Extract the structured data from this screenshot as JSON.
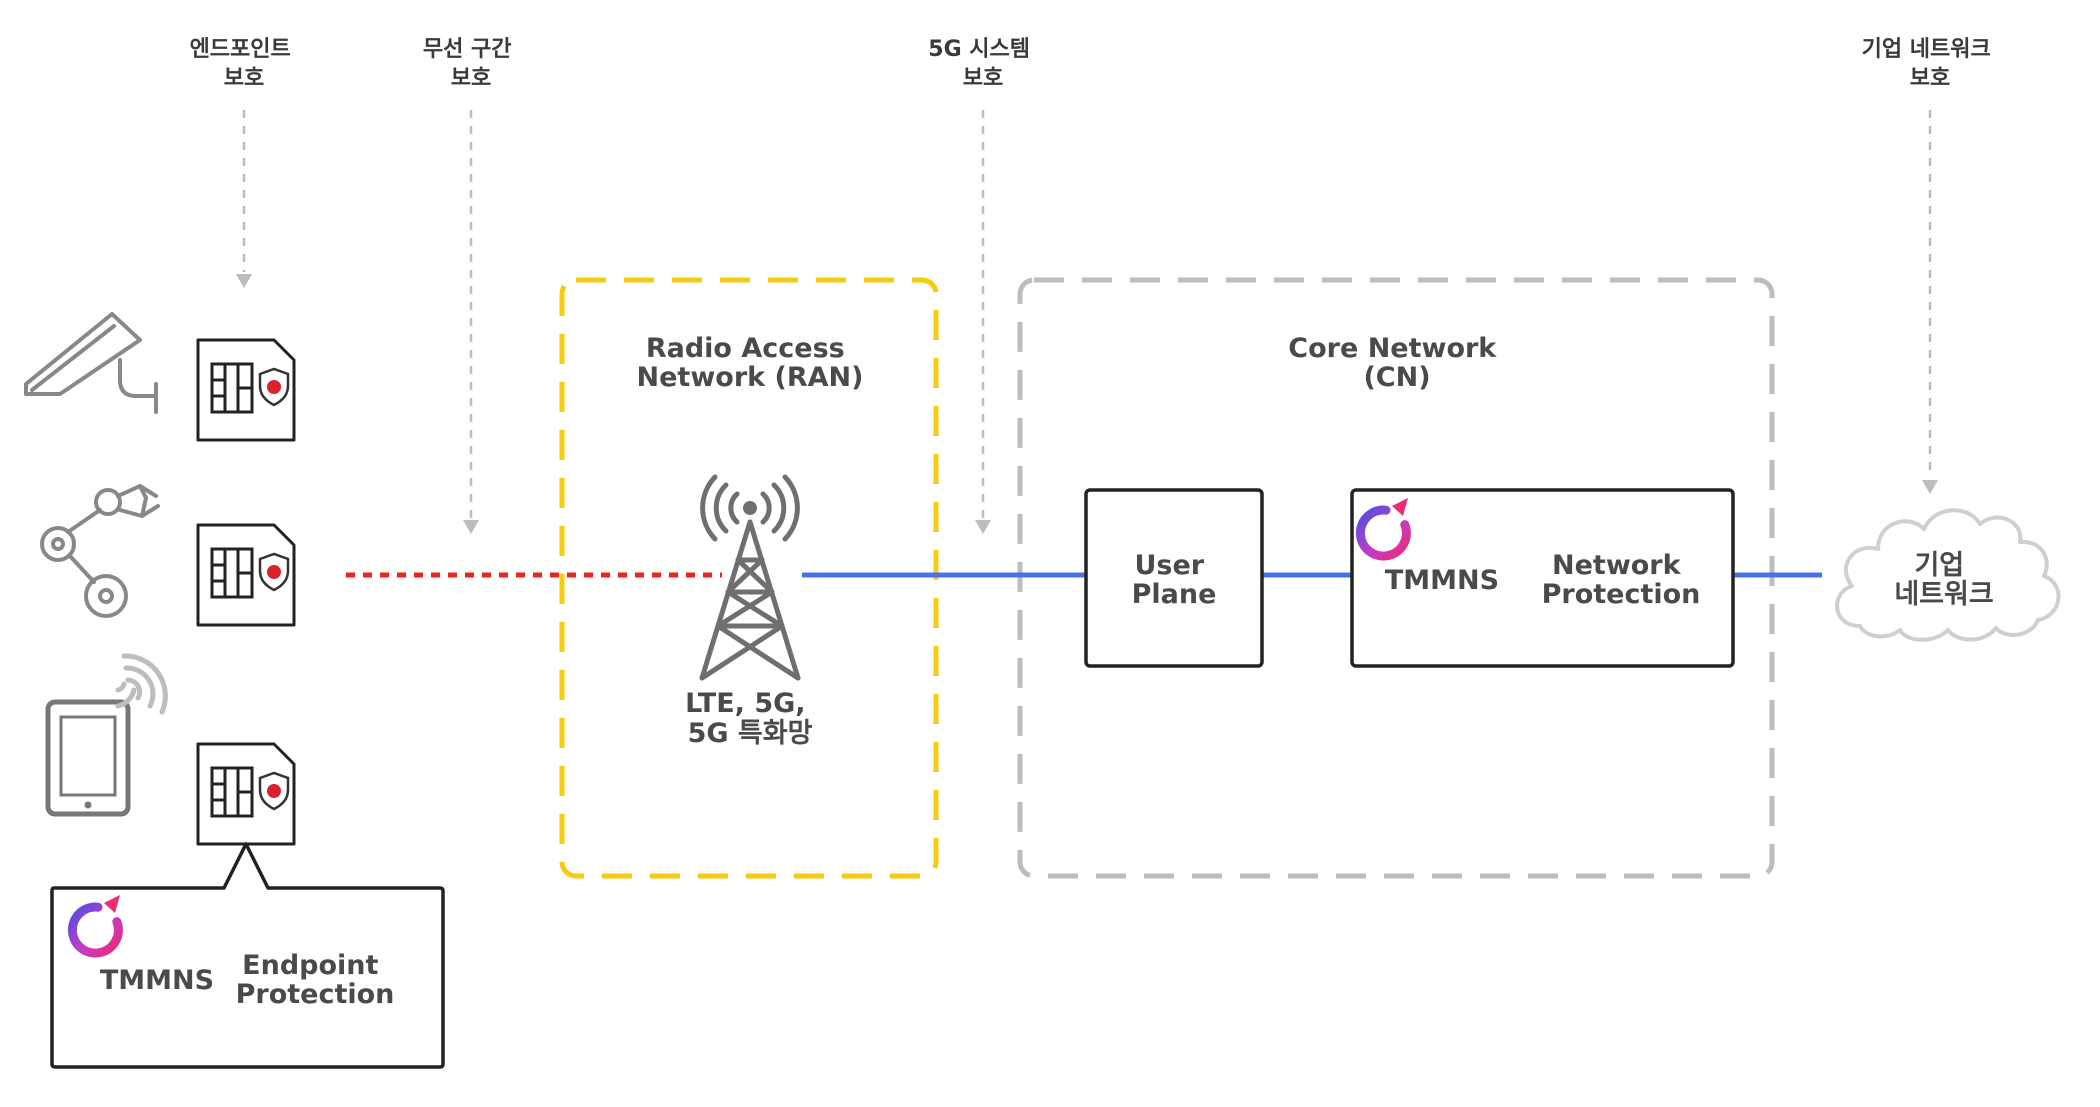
{
  "top_labels": {
    "endpoint": [
      "엔드포인트",
      "보호"
    ],
    "wireless": [
      "무선 구간",
      "보호"
    ],
    "system5g": [
      "5G 시스템",
      "보호"
    ],
    "enterprise": [
      "기업 네트워크",
      "보호"
    ]
  },
  "ran": {
    "title": [
      "Radio Access",
      "Network (RAN)"
    ],
    "tower_caption": [
      "LTE, 5G,",
      "5G 특화망"
    ]
  },
  "core": {
    "title": [
      "Core Network",
      "(CN)"
    ]
  },
  "user_plane": [
    "User",
    "Plane"
  ],
  "network_protection": {
    "brand": "TMMNS",
    "label": [
      "Network",
      "Protection"
    ]
  },
  "endpoint_protection": {
    "brand": "TMMNS",
    "label": [
      "Endpoint",
      "Protection"
    ]
  },
  "cloud": [
    "기업",
    "네트워크"
  ],
  "colors": {
    "ran_border": "#f5cc0f",
    "core_border": "#bdbdbd",
    "wireless_link": "#e8261c",
    "wired_link": "#4a72e8",
    "arrow": "#bdbdbd",
    "icon_gray": "#6f6f6f"
  }
}
